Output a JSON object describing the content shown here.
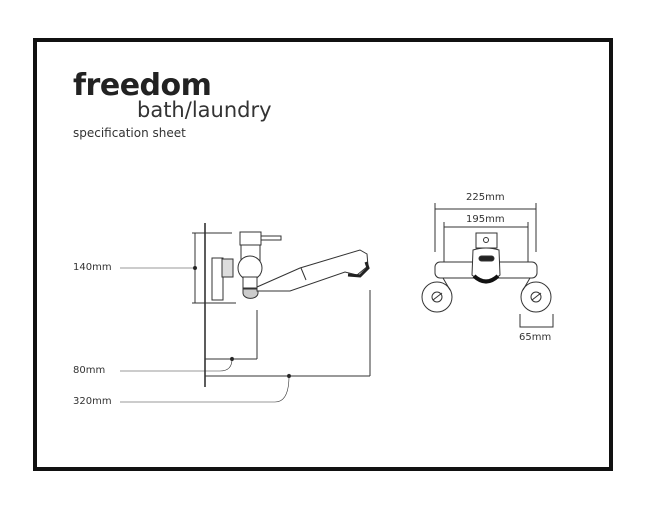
{
  "title": {
    "brand": "freedom",
    "product": "bath/laundry",
    "subtitle": "specification sheet"
  },
  "dimensions": {
    "side_height": "140mm",
    "side_projection_valve": "80mm",
    "side_projection_spout": "320mm",
    "front_overall_width": "225mm",
    "front_centres": "195mm",
    "front_flange": "65mm"
  }
}
